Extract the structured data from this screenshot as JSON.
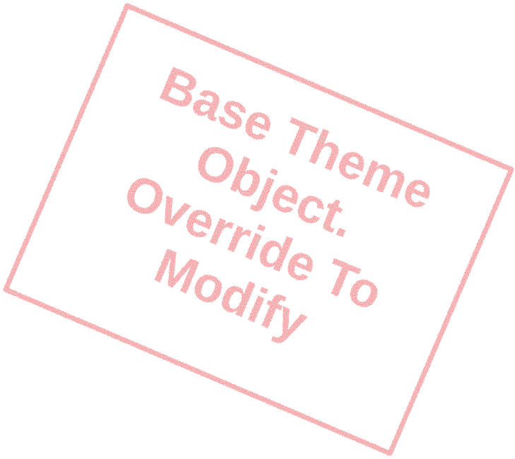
{
  "stamp": {
    "lines": [
      "Base Theme",
      "Object.",
      "Override To",
      "Modify"
    ],
    "color": "#f0565c"
  }
}
